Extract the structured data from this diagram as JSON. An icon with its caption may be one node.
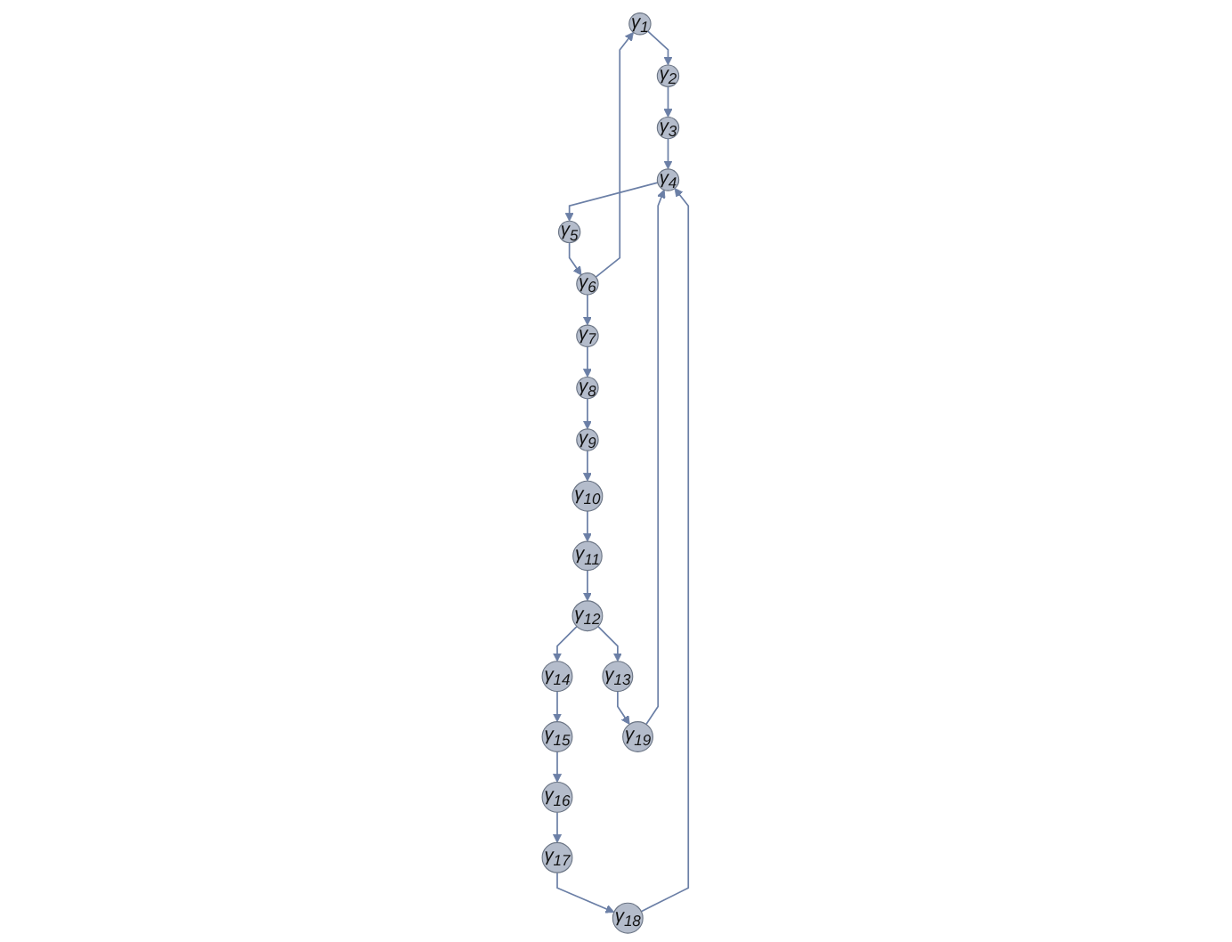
{
  "diagram": {
    "nodes": [
      {
        "text": [
          "γ$_{1}$"
        ]
      },
      {
        "text": [
          "γ$_{2}$"
        ]
      },
      {
        "text": [
          "γ$_{3}$"
        ]
      },
      {
        "text": [
          "γ$_{4}$"
        ]
      },
      {
        "text": [
          "γ$_{5}$"
        ]
      },
      {
        "text": [
          "γ$_{6}$"
        ]
      },
      {
        "text": [
          "γ$_{7}$"
        ]
      },
      {
        "text": [
          "γ$_{8}$"
        ]
      },
      {
        "text": [
          "γ$_{9}$"
        ]
      },
      {
        "text": [
          "γ$_{10}$"
        ]
      },
      {
        "text": [
          "γ$_{11}$"
        ]
      },
      {
        "text": [
          "γ$_{12}$"
        ]
      },
      {
        "text": [
          "γ$_{13}$"
        ]
      },
      {
        "text": [
          "γ$_{14}$"
        ]
      },
      {
        "text": [
          "γ$_{15}$"
        ]
      },
      {
        "text": [
          "γ$_{16}$"
        ]
      },
      {
        "text": [
          "γ$_{17}$"
        ]
      },
      {
        "text": [
          "γ$_{18}$"
        ]
      },
      {
        "text": [
          "γ$_{19}$"
        ]
      }
    ],
    "edges": [
      {
        "from": 0,
        "to": 1,
        "arrow": "to"
      },
      {
        "from": 1,
        "to": 2,
        "arrow": "to"
      },
      {
        "from": 2,
        "to": 3,
        "arrow": "to"
      },
      {
        "from": 3,
        "to": 4,
        "arrow": "to"
      },
      {
        "from": 4,
        "to": 5,
        "arrow": "to"
      },
      {
        "from": 5,
        "to": 0,
        "arrow": "to"
      },
      {
        "from": 5,
        "to": 6,
        "arrow": "to"
      },
      {
        "from": 6,
        "to": 7,
        "arrow": "to"
      },
      {
        "from": 7,
        "to": 8,
        "arrow": "to"
      },
      {
        "from": 8,
        "to": 9,
        "arrow": "to"
      },
      {
        "from": 9,
        "to": 10,
        "arrow": "to"
      },
      {
        "from": 10,
        "to": 11,
        "arrow": "to"
      },
      {
        "from": 11,
        "to": 12,
        "arrow": "to"
      },
      {
        "from": 12,
        "to": 18,
        "arrow": "to"
      },
      {
        "from": 18,
        "to": 3,
        "arrow": "to"
      },
      {
        "from": 11,
        "to": 13,
        "arrow": "to"
      },
      {
        "from": 13,
        "to": 14,
        "arrow": "to"
      },
      {
        "from": 14,
        "to": 15,
        "arrow": "to"
      },
      {
        "from": 15,
        "to": 16,
        "arrow": "to"
      },
      {
        "from": 16,
        "to": 17,
        "arrow": "to"
      },
      {
        "from": 17,
        "to": 3,
        "arrow": "to"
      }
    ]
  }
}
